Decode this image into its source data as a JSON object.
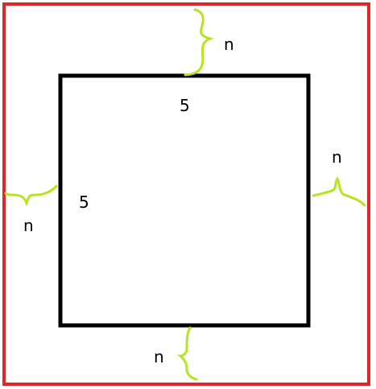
{
  "diagram": {
    "colors": {
      "outer_border": "#e0252b",
      "inner_square": "#000000",
      "braces": "#b5e61d",
      "text": "#000000"
    },
    "inner_square": {
      "top_side_label": "5",
      "left_side_label": "5"
    },
    "margins": {
      "top_label": "n",
      "right_label": "n",
      "bottom_label": "n",
      "left_label": "n"
    }
  }
}
